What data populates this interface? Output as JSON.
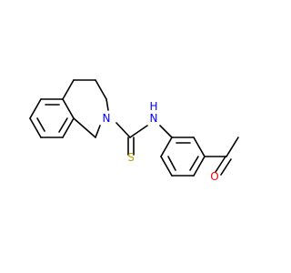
{
  "molecule": {
    "atoms": {
      "n_ring": {
        "symbol": "N",
        "color": "#0000ff"
      },
      "nh_h": {
        "symbol": "H",
        "color": "#0000ff"
      },
      "nh_n": {
        "symbol": "N",
        "color": "#0000ff"
      },
      "sulfur": {
        "symbol": "S",
        "color": "#b8a000"
      },
      "oxygen": {
        "symbol": "O",
        "color": "#ff0000"
      }
    },
    "bond_color": "#000000"
  }
}
